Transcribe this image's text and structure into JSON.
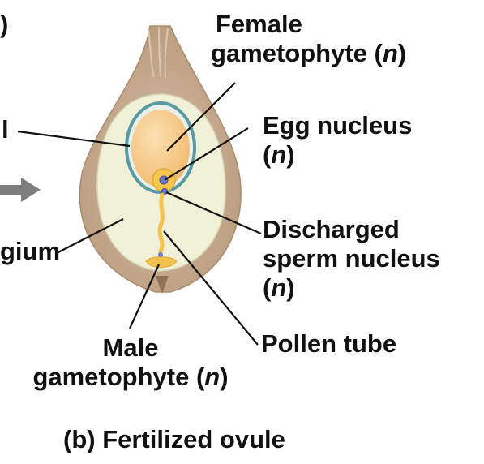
{
  "labels": {
    "cut_paren": ")",
    "cut_l": "l",
    "cut_gium": "gium",
    "female_line1": "Female",
    "female_line2": "gametophyte (",
    "female_n": "n",
    "female_close": ")",
    "egg_line1": "Egg nucleus",
    "egg_open": "(",
    "egg_n": "n",
    "egg_close": ")",
    "sperm_line1": "Discharged",
    "sperm_line2": "sperm nucleus",
    "sperm_open": "(",
    "sperm_n": "n",
    "sperm_close": ")",
    "pollen": "Pollen tube",
    "male_line1": "Male",
    "male_line2": "gametophyte (",
    "male_n": "n",
    "male_close": ")",
    "caption": "(b) Fertilized ovule"
  },
  "colors": {
    "integument": "#c9ad91",
    "integument_dark": "#8e7357",
    "megasporangium": "#f1f1d8",
    "gametophyte_ring": "#5a9aa3",
    "female_gametophyte": "#f4c47e",
    "egg": "#f8c64a",
    "nucleus": "#6f78c9",
    "pollen_tube": "#f4c24c",
    "arrow": "#7e7e7e",
    "leader": "#111111"
  }
}
